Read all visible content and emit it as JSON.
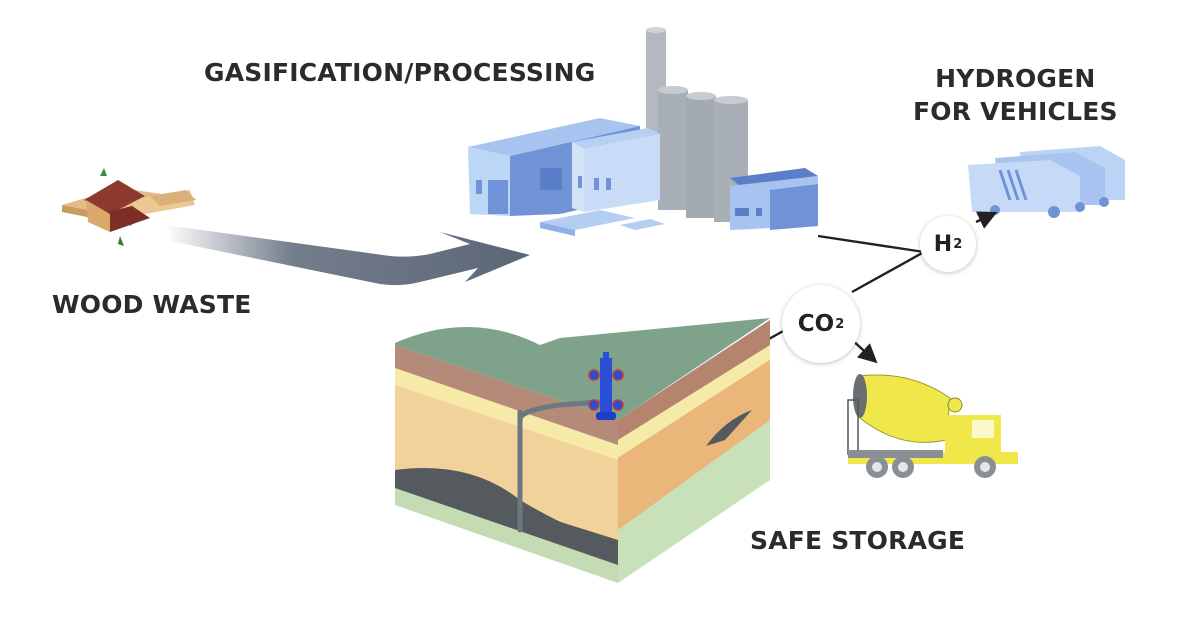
{
  "labels": {
    "gasification": "GASIFICATION/PROCESSING",
    "hydrogen_line1": "HYDROGEN",
    "hydrogen_line2": "FOR VEHICLES",
    "wood_waste": "WOOD WASTE",
    "safe_storage": "SAFE STORAGE"
  },
  "bubbles": {
    "h2": {
      "symbol": "H",
      "subscript": "2"
    },
    "co2": {
      "symbol": "CO",
      "subscript": "2"
    }
  },
  "icons": [
    "wood-pile-icon",
    "flow-arrow-icon",
    "factory-icon",
    "trucks-icon",
    "cement-mixer-icon",
    "geologic-cross-section-icon",
    "wellhead-icon"
  ],
  "colors": {
    "text": "#2b2b2b",
    "arrow": "#5b6677",
    "factory": "#a9c7ef",
    "factory_dark": "#6f93d6",
    "chimney": "#a9afb6",
    "ground_top": "#7fa38a",
    "mixer": "#f0e84a",
    "wellhead": "#2a4fd6"
  }
}
